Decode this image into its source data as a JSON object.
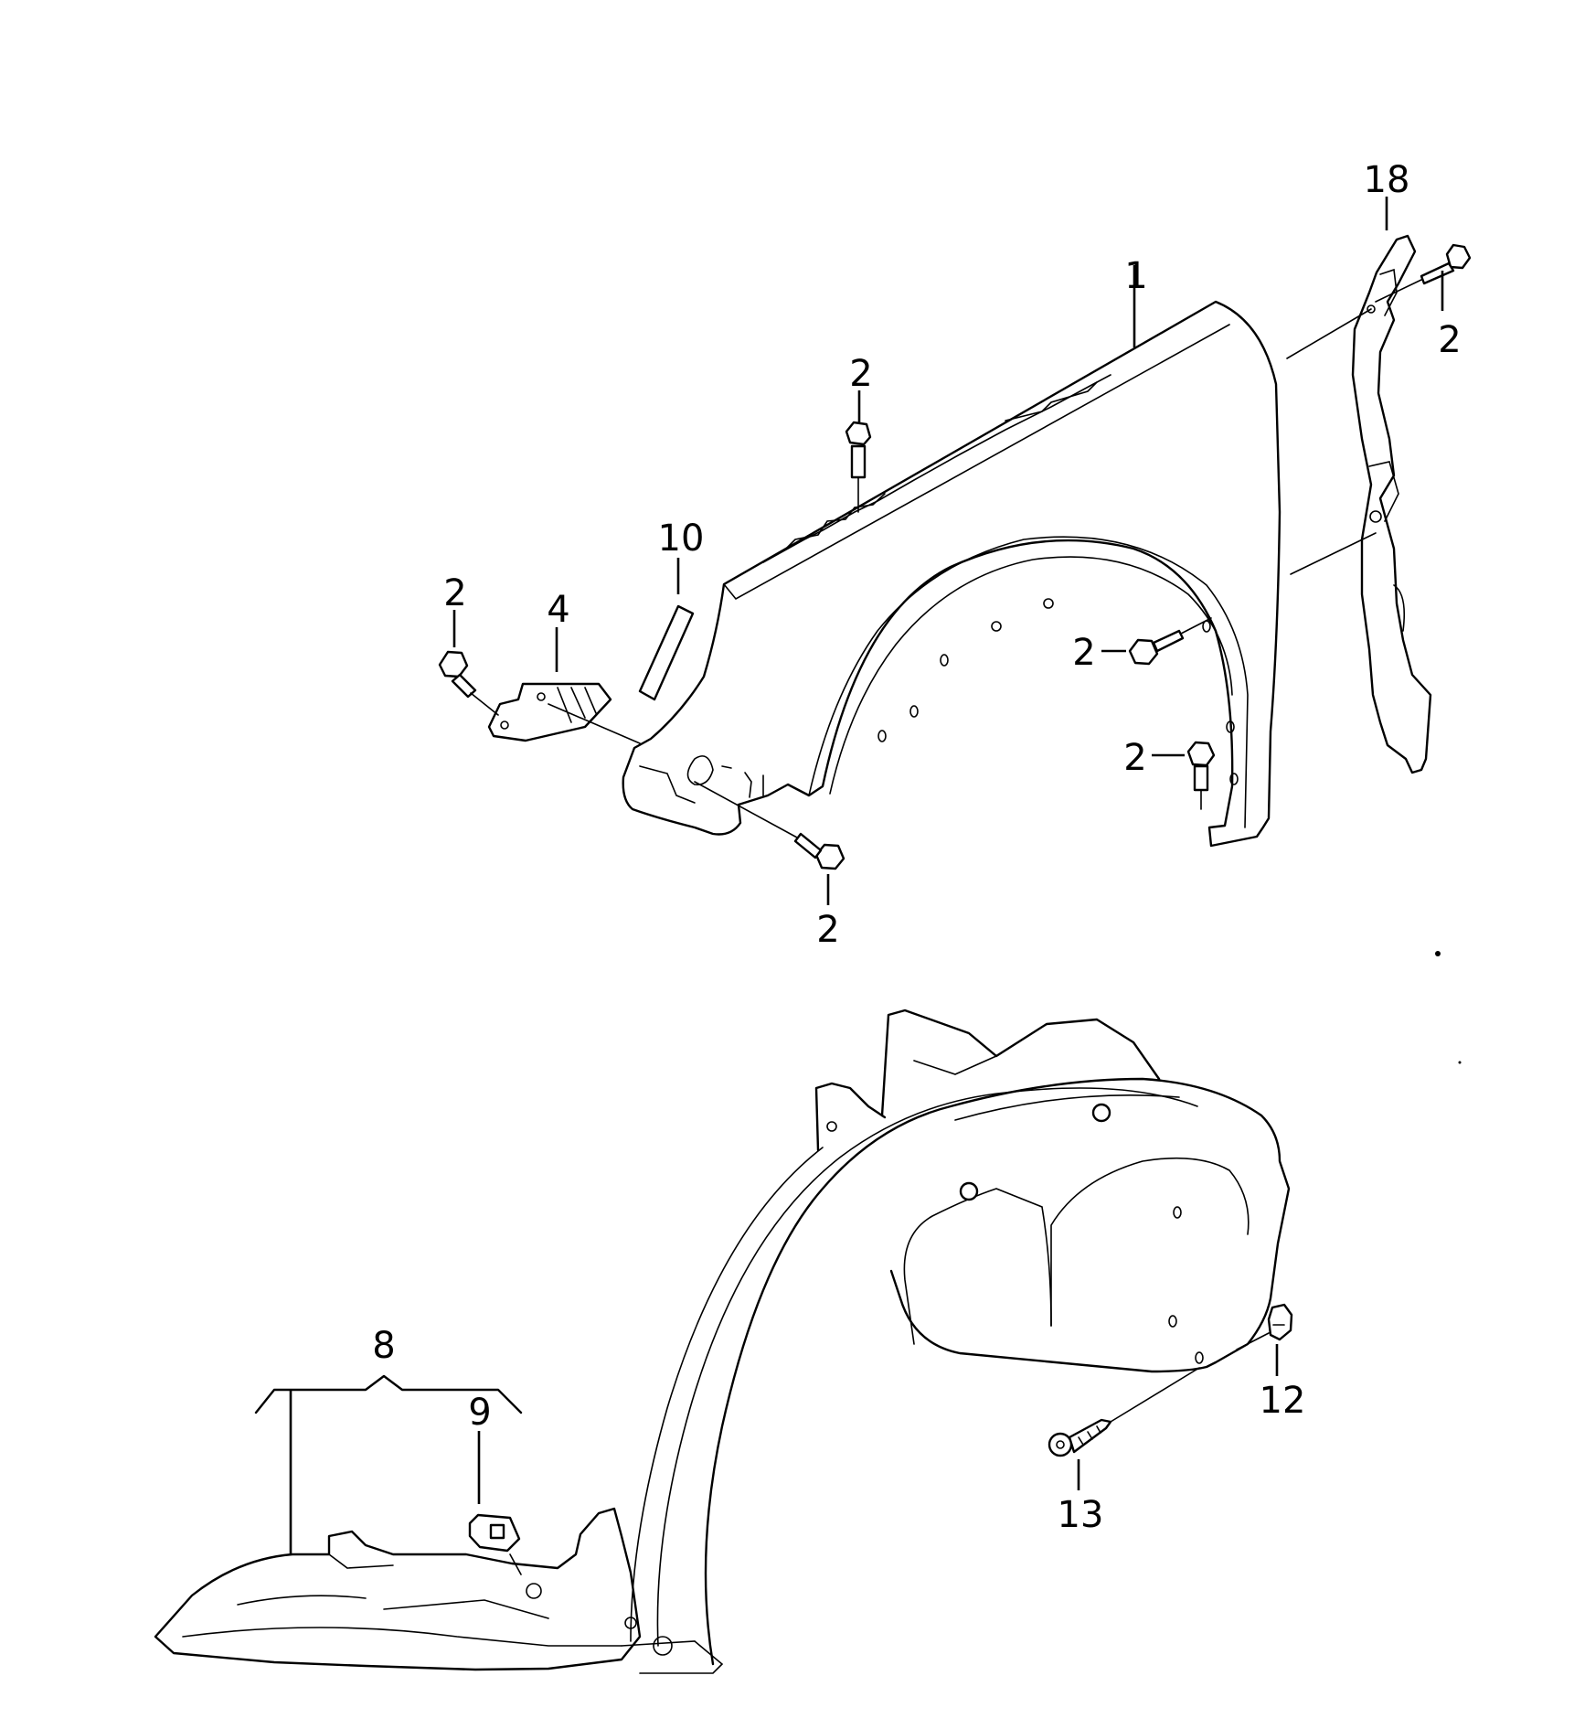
{
  "callouts": {
    "c18": "18",
    "c1": "1",
    "c2_top_right": "2",
    "c2_top_center": "2",
    "c10": "10",
    "c2_left": "2",
    "c4": "4",
    "c2_right_upper": "2",
    "c2_right_lower": "2",
    "c2_bottom_center": "2",
    "c8": "8",
    "c9": "9",
    "c12": "12",
    "c13": "13"
  }
}
